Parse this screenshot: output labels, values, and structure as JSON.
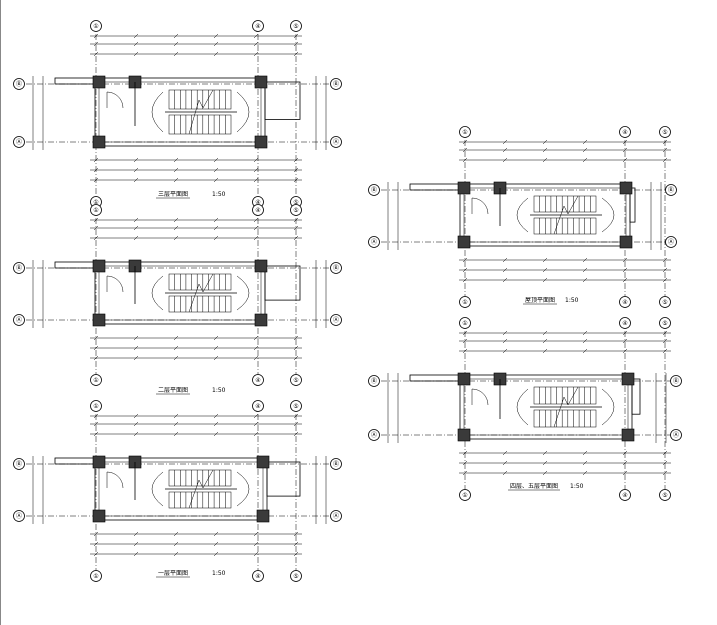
{
  "plans": [
    {
      "id": "plan-top-left",
      "title": "三层平面图",
      "scale": "1:50",
      "axis_top": [
        "①",
        "④",
        "⑤"
      ],
      "axis_left": [
        "Ⓑ",
        "Ⓐ"
      ],
      "axis_right": [
        "Ⓑ",
        "Ⓐ"
      ]
    },
    {
      "id": "plan-mid-left",
      "title": "二层平面图",
      "scale": "1:50",
      "axis_top": [
        "①",
        "④",
        "⑤"
      ],
      "axis_left": [
        "Ⓑ",
        "Ⓐ"
      ],
      "axis_right": [
        "Ⓑ",
        "Ⓐ"
      ]
    },
    {
      "id": "plan-bottom-left",
      "title": "一层平面图",
      "scale": "1:50",
      "axis_top": [
        "①",
        "④",
        "⑤"
      ],
      "axis_left": [
        "Ⓑ",
        "Ⓐ"
      ],
      "axis_right": [
        "Ⓑ",
        "Ⓐ"
      ]
    },
    {
      "id": "plan-top-right",
      "title": "屋顶平面图",
      "scale": "1:50",
      "axis_top": [
        "①",
        "④",
        "⑤"
      ],
      "axis_left": [
        "Ⓑ",
        "Ⓐ"
      ],
      "axis_right": [
        "Ⓑ",
        "Ⓐ"
      ]
    },
    {
      "id": "plan-bottom-right",
      "title": "四层、五层平面图",
      "scale": "1:50",
      "axis_top": [
        "①",
        "④",
        "⑤"
      ],
      "axis_left": [
        "Ⓑ",
        "Ⓐ"
      ],
      "axis_right": [
        "Ⓑ",
        "Ⓐ"
      ]
    }
  ]
}
